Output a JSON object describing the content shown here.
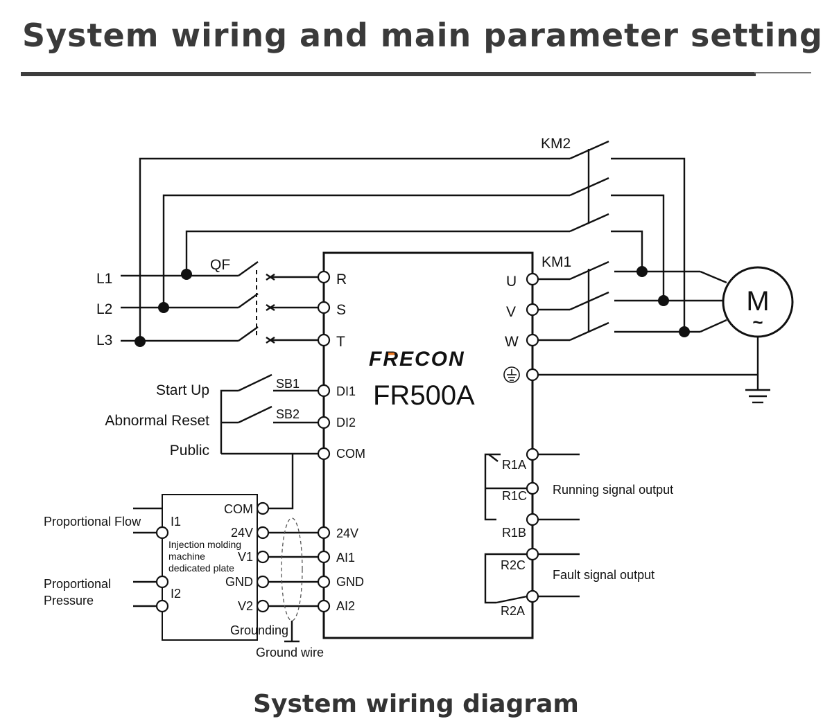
{
  "title": "System wiring and main parameter setting",
  "caption": "System wiring diagram",
  "device": {
    "brand": "FRECON",
    "model": "FR500A"
  },
  "supply": {
    "lines": [
      "L1",
      "L2",
      "L3"
    ],
    "breaker": "QF"
  },
  "contactors": {
    "km1": "KM1",
    "km2": "KM2"
  },
  "motor": {
    "symbol": "M",
    "tilde": "~"
  },
  "power_terminals": {
    "inputs": [
      "R",
      "S",
      "T"
    ],
    "outputs": [
      "U",
      "V",
      "W"
    ]
  },
  "control_inputs": [
    {
      "label": "Start Up",
      "switch": "SB1",
      "terminal": "DI1"
    },
    {
      "label": "Abnormal Reset",
      "switch": "SB2",
      "terminal": "DI2"
    },
    {
      "label": "Public",
      "terminal": "COM"
    }
  ],
  "analog_terminals": [
    "24V",
    "AI1",
    "GND",
    "AI2"
  ],
  "plate": {
    "lines": [
      "Injection molding",
      "machine",
      "dedicated plate"
    ],
    "left_terminals": [
      "I1",
      "I2"
    ],
    "right_terminals": [
      "COM",
      "24V",
      "V1",
      "GND",
      "V2"
    ]
  },
  "external_signals": [
    "Proportional Flow",
    "Proportional",
    "Pressure"
  ],
  "grounding": {
    "grounding": "Grounding",
    "ground_wire": "Ground wire"
  },
  "relays": {
    "r1": [
      "R1A",
      "R1C",
      "R1B"
    ],
    "r2": [
      "R2C",
      "R2A"
    ],
    "running": "Running signal output",
    "fault": "Fault signal output"
  },
  "colors": {
    "brand_blue": "#2a3b8f",
    "brand_orange": "#e8731c",
    "line": "#111111",
    "title": "#3a3a3a"
  }
}
